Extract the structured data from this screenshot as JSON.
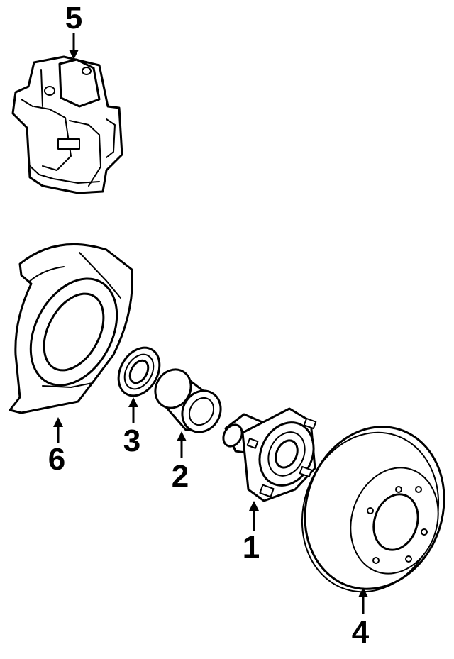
{
  "diagram": {
    "colors": {
      "line": "#000000",
      "background": "#ffffff"
    },
    "parts": [
      {
        "id": "hub",
        "callout": "1"
      },
      {
        "id": "bearing",
        "callout": "2"
      },
      {
        "id": "seal",
        "callout": "3"
      },
      {
        "id": "rotor",
        "callout": "4"
      },
      {
        "id": "caliper",
        "callout": "5"
      },
      {
        "id": "splash-shield",
        "callout": "6"
      }
    ]
  }
}
